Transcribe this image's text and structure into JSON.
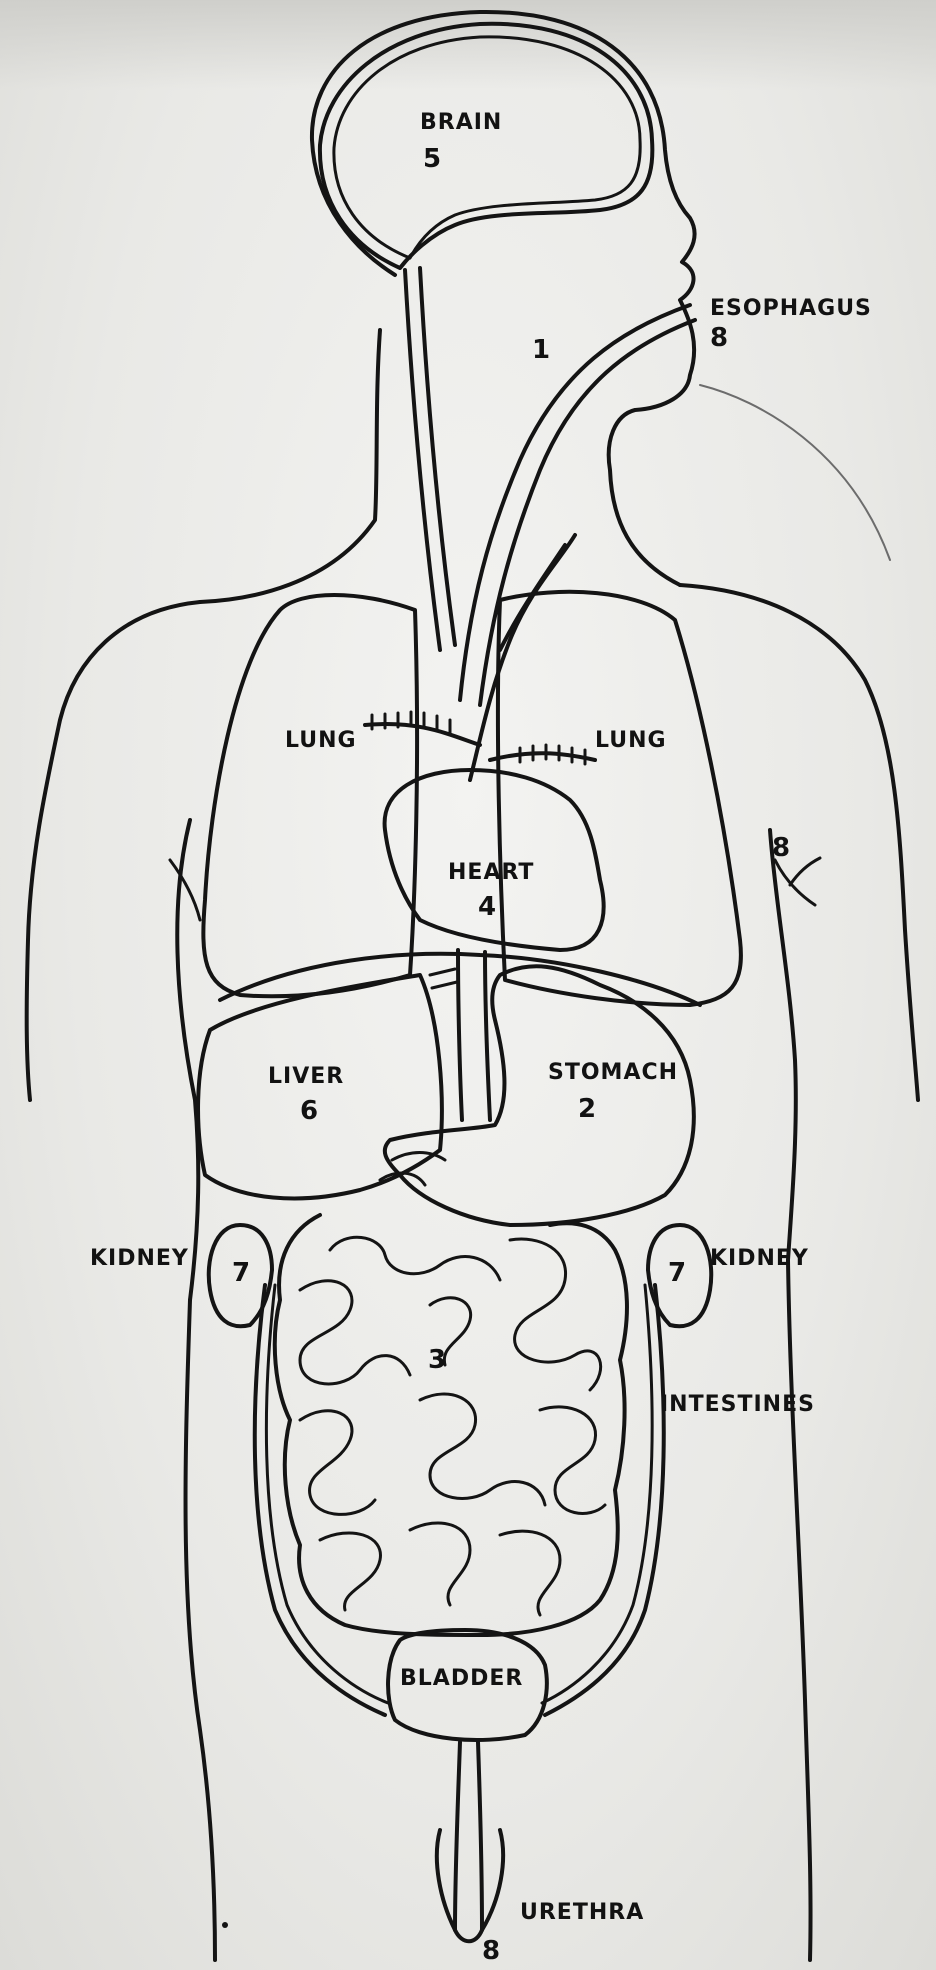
{
  "labels": {
    "brain": "BRAIN",
    "brain_num": "5",
    "esophagus": "ESOPHAGUS",
    "esophagus_num": "8",
    "neck_num": "1",
    "lung_left": "LUNG",
    "lung_right": "LUNG",
    "arm_num": "8",
    "heart": "HEART",
    "heart_num": "4",
    "liver": "LIVER",
    "liver_num": "6",
    "stomach": "STOMACH",
    "stomach_num": "2",
    "kidney_left": "KIDNEY",
    "kidney_left_num": "7",
    "kidney_right": "KIDNEY",
    "kidney_right_num": "7",
    "intestines_num": "3",
    "intestines": "INTESTINES",
    "bladder": "BLADDER",
    "urethra": "URETHRA",
    "urethra_num": "8"
  },
  "colors": {
    "ink": "#141414",
    "paper": "#ececea"
  }
}
